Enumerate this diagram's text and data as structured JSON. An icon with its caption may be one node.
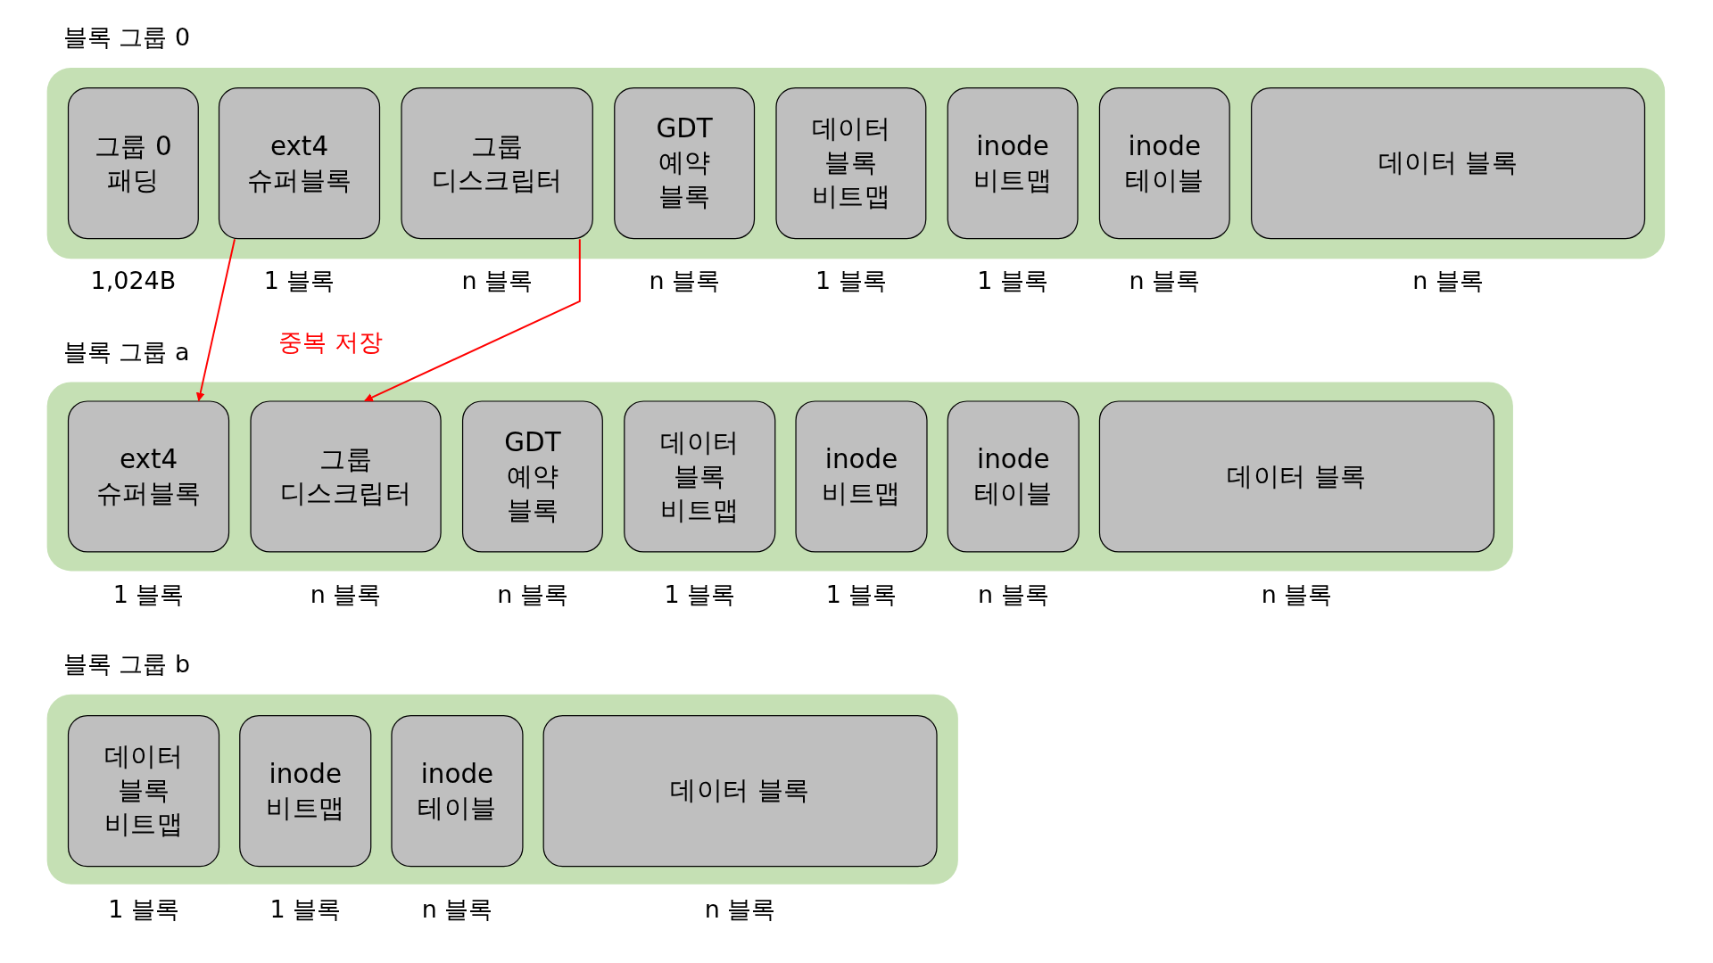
{
  "diagram": {
    "nodes": [
      {
        "text": [
          "블록 그룹 0"
        ]
      },
      {
        "text": [
          "그룹 0 패딩"
        ],
        "in": 0,
        "beside": [
          "1,024B"
        ]
      },
      {
        "text": [
          "ext4 슈퍼블록"
        ],
        "in": 0,
        "beside": [
          "1 블록"
        ]
      },
      {
        "text": [
          "그룹 디스크립터"
        ],
        "in": 0,
        "beside": [
          "n 블록"
        ]
      },
      {
        "text": [
          "GDT 예약 블록"
        ],
        "in": 0,
        "beside": [
          "n 블록"
        ]
      },
      {
        "text": [
          "데이터 블록 비트맵"
        ],
        "in": 0,
        "beside": [
          "1 블록"
        ]
      },
      {
        "text": [
          "inode 비트맵"
        ],
        "in": 0,
        "beside": [
          "1 블록"
        ]
      },
      {
        "text": [
          "inode 테이블"
        ],
        "in": 0,
        "beside": [
          "n 블록"
        ]
      },
      {
        "text": [
          "데이터 블록"
        ],
        "in": 0,
        "beside": [
          "n 블록"
        ]
      },
      {
        "text": [
          "블록 그룹 a"
        ]
      },
      {
        "text": [
          "ext4 슈퍼블록"
        ],
        "in": 9,
        "beside": [
          "1 블록"
        ]
      },
      {
        "text": [
          "그룹 디스크립터"
        ],
        "in": 9,
        "beside": [
          "n 블록"
        ]
      },
      {
        "text": [
          "GDT 예약 블록"
        ],
        "in": 9,
        "beside": [
          "n 블록"
        ]
      },
      {
        "text": [
          "데이터 블록 비트맵"
        ],
        "in": 9,
        "beside": [
          "1 블록"
        ]
      },
      {
        "text": [
          "inode 비트맵"
        ],
        "in": 9,
        "beside": [
          "1 블록"
        ]
      },
      {
        "text": [
          "inode 테이블"
        ],
        "in": 9,
        "beside": [
          "n 블록"
        ]
      },
      {
        "text": [
          "데이터 블록"
        ],
        "in": 9,
        "beside": [
          "n 블록"
        ]
      },
      {
        "text": [
          "블록 그룹 b"
        ]
      },
      {
        "text": [
          "데이터 블록 비트맵"
        ],
        "in": 17,
        "beside": [
          "1 블록"
        ]
      },
      {
        "text": [
          "inode 비트맵"
        ],
        "in": 17,
        "beside": [
          "1 블록"
        ]
      },
      {
        "text": [
          "inode 테이블"
        ],
        "in": 17,
        "beside": [
          "n 블록"
        ]
      },
      {
        "text": [
          "데이터 블록"
        ],
        "in": 17,
        "beside": [
          "n 블록"
        ]
      }
    ],
    "edges": [
      {
        "from": 2,
        "to": 10,
        "arrow": "to",
        "label": "중복 저장",
        "color": "#ff0000"
      },
      {
        "from": 3,
        "to": 11,
        "arrow": "to",
        "color": "#ff0000"
      }
    ]
  }
}
